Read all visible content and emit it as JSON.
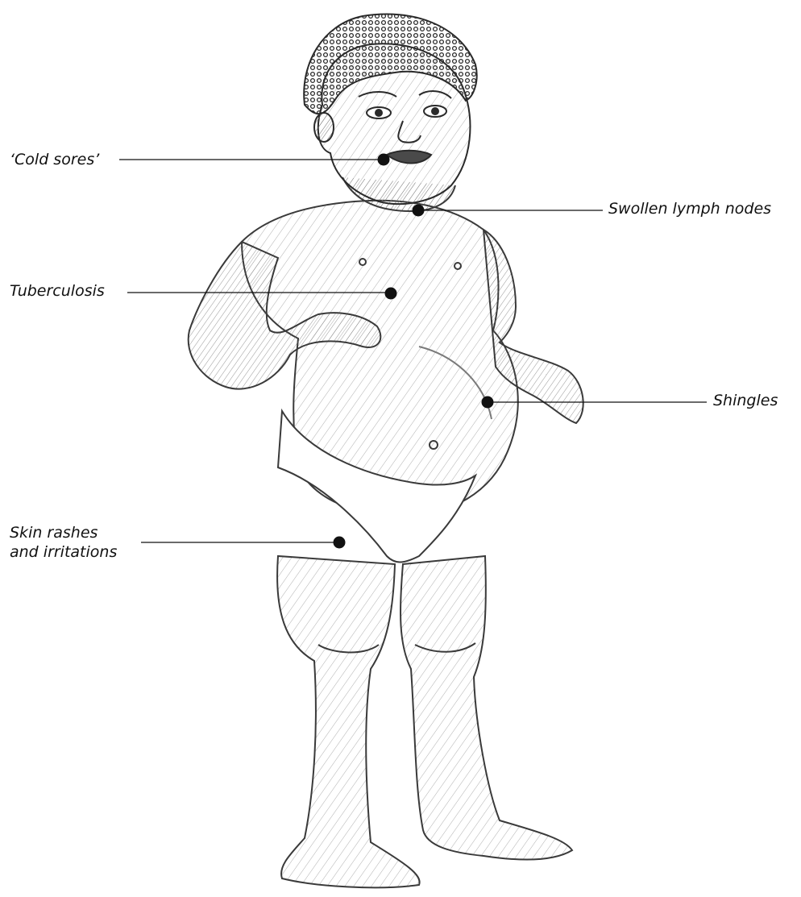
{
  "labels": {
    "cold_sores": "‘Cold sores’",
    "swollen_lymph_nodes": "Swollen lymph nodes",
    "tuberculosis": "Tuberculosis",
    "shingles": "Shingles",
    "skin_rashes_line1": "Skin rashes",
    "skin_rashes_line2": "and irritations"
  },
  "colors": {
    "ink": "#111111",
    "sketch": "#3a3a3a",
    "background": "#ffffff"
  }
}
